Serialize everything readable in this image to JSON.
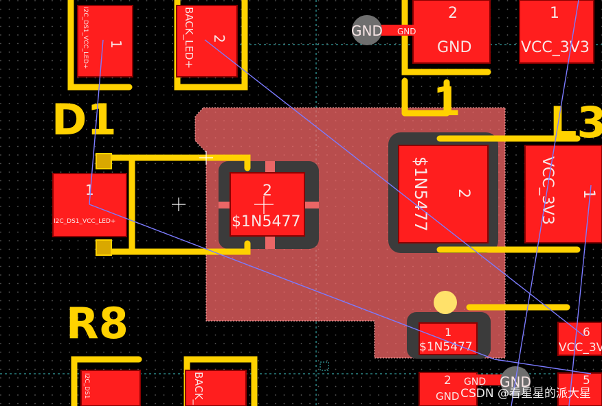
{
  "pads": {
    "top_left_1": {
      "number": "1",
      "net": "I2C_DS1_VCC_LED+"
    },
    "top_left_2": {
      "number": "2",
      "net": "BACK_LED+"
    },
    "top_right_gnd": {
      "number": "2",
      "net": "GND"
    },
    "top_right_vcc": {
      "number": "1",
      "net": "VCC_3V3"
    },
    "d1_pad1": {
      "number": "1",
      "net": "I2C_DS1_VCC_LED+"
    },
    "center_small": {
      "number": "2",
      "net": "$1N5477"
    },
    "center_large": {
      "number": "2",
      "net": "$1N5477"
    },
    "right_vcc": {
      "number": "1",
      "net": "VCC_3V3"
    },
    "bottom_small": {
      "number": "1",
      "net": "$1N5477"
    },
    "right_6": {
      "number": "6",
      "net": "VCC_3V"
    },
    "right_5": {
      "number": "5"
    },
    "bottom_gnd_pad": {
      "number": "2",
      "net": "GND"
    },
    "bottom_left_1": {
      "net": "I2C_DS1"
    },
    "bottom_left_2": {
      "net": "BACK_"
    }
  },
  "designators": {
    "d1": "D1",
    "r8": "R8",
    "l3": "L3",
    "pin_1": "1"
  },
  "vias": [
    {
      "label": "GND",
      "trace_label": "GND"
    },
    {
      "label": "GND",
      "trace_label": "GND"
    }
  ],
  "watermark": "CSDN @看星星的派大星",
  "colors": {
    "background": "#000000",
    "pad": "#ff1e1e",
    "silkscreen": "#ffd200",
    "ratsnest": "#7b7bff",
    "copper_pour": "#ff6b6b",
    "via": "#6e6e6e"
  }
}
